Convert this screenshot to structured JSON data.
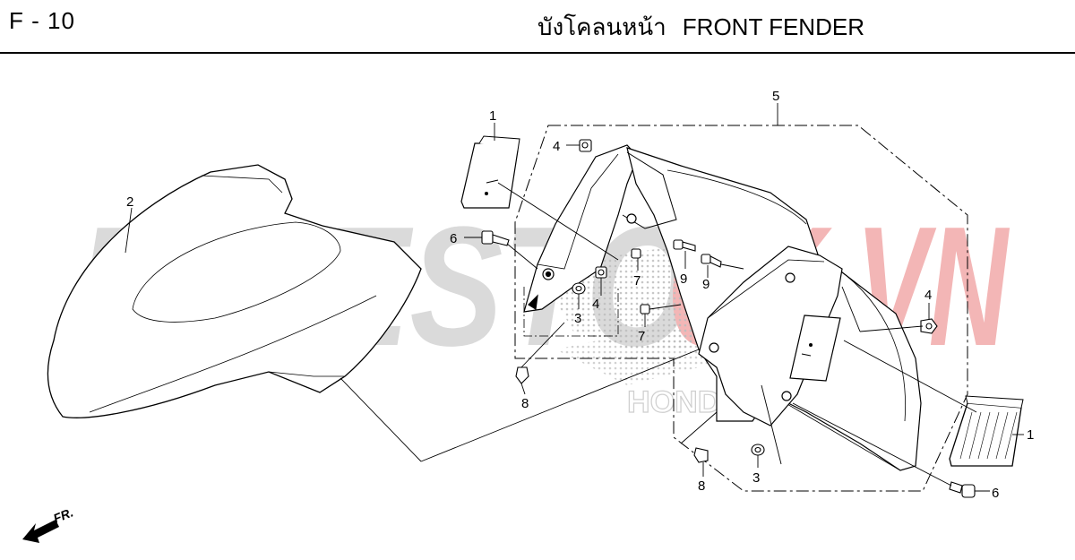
{
  "header": {
    "page_code": "F - 10",
    "title_thai": "บังโคลนหน้า",
    "title_en": "FRONT FENDER"
  },
  "watermark": {
    "brand_part1": "BIKESTO",
    "brand_part2": "CK.VN",
    "color_gray": "#d9d9d9",
    "color_red": "#f2b4b4"
  },
  "stamp_text": "HONDA",
  "direction_label": "FR.",
  "callouts": [
    "1",
    "2",
    "5",
    "4",
    "6",
    "7",
    "9",
    "9",
    "3",
    "4",
    "7",
    "4",
    "8",
    "1",
    "3",
    "8",
    "6"
  ]
}
